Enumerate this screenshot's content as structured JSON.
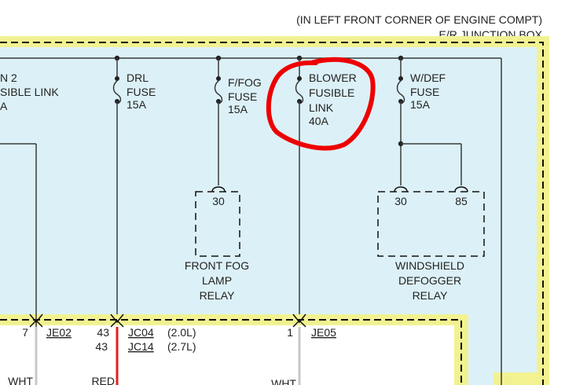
{
  "header": {
    "location_note": "(IN LEFT FRONT CORNER OF ENGINE COMPT)",
    "box_name": "E/R JUNCTION BOX"
  },
  "fuses": {
    "left_partial": {
      "line1": "N 2",
      "line2": "SIBLE LINK",
      "line3": "A"
    },
    "drl": {
      "line1": "DRL",
      "line2": "FUSE",
      "line3": "15A"
    },
    "ffog": {
      "line1": "F/FOG",
      "line2": "FUSE",
      "line3": "15A"
    },
    "blower": {
      "line1": "BLOWER",
      "line2": "FUSIBLE",
      "line3": "LINK",
      "line4": "40A"
    },
    "wdef": {
      "line1": "W/DEF",
      "line2": "FUSE",
      "line3": "15A"
    }
  },
  "relays": {
    "front_fog": {
      "pin": "30",
      "line1": "FRONT FOG",
      "line2": "LAMP",
      "line3": "RELAY"
    },
    "windshield": {
      "pin_a": "30",
      "pin_b": "85",
      "line1": "WINDSHIELD",
      "line2": "DEFOGGER",
      "line3": "RELAY"
    }
  },
  "connectors": {
    "je02": {
      "pin": "7",
      "name": "JE02"
    },
    "jc04": {
      "pin": "43",
      "name": "JC04",
      "variant": "(2.0L)"
    },
    "jc14": {
      "pin": "43",
      "name": "JC14",
      "variant": "(2.7L)"
    },
    "je05": {
      "pin": "1",
      "name": "JE05"
    }
  },
  "wires": {
    "w1": "WHT",
    "w2": "RED",
    "w3": "WHT"
  },
  "colors": {
    "box_fill": "#dcf1f7",
    "highlight": "#f2f291",
    "dash": "#111111",
    "wire": "#3a3a3a",
    "red_wire": "#e02020",
    "annotation_red": "#ee0000"
  }
}
